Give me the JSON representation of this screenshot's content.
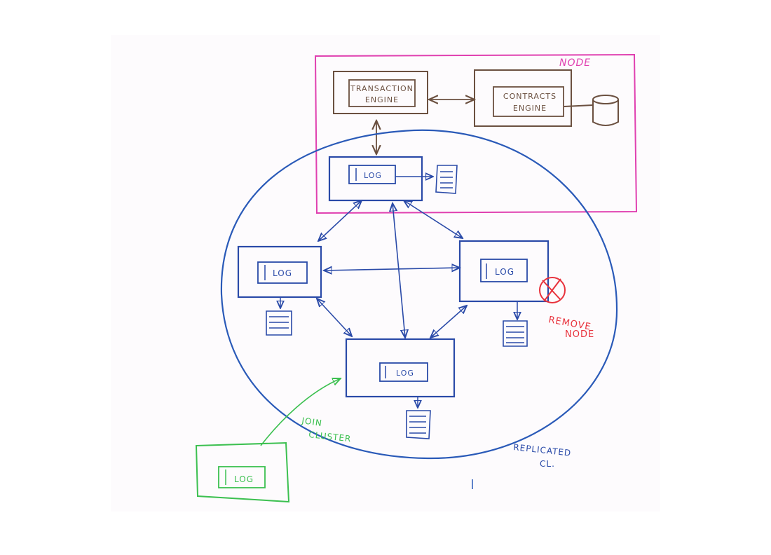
{
  "node": {
    "label": "NODE",
    "transaction_engine": [
      "TRANSACTION",
      "ENGINE"
    ],
    "contracts_engine": [
      "CONTRACTS",
      "ENGINE"
    ]
  },
  "logs": {
    "top": "LOG",
    "left": "LOG",
    "right": "LOG",
    "bottom": "LOG",
    "joining": "LOG"
  },
  "annotations": {
    "remove_node": [
      "REMOVE",
      "NODE"
    ],
    "join_cluster": [
      "JOIN",
      "CLUSTER"
    ],
    "replicated": [
      "REPLICATED",
      "CL."
    ]
  },
  "colors": {
    "node": "#e040b0",
    "engine": "#6b5040",
    "cluster": "#2a5ab8",
    "log": "#2a4aa8",
    "remove": "#e8323c",
    "join": "#3cc050"
  }
}
